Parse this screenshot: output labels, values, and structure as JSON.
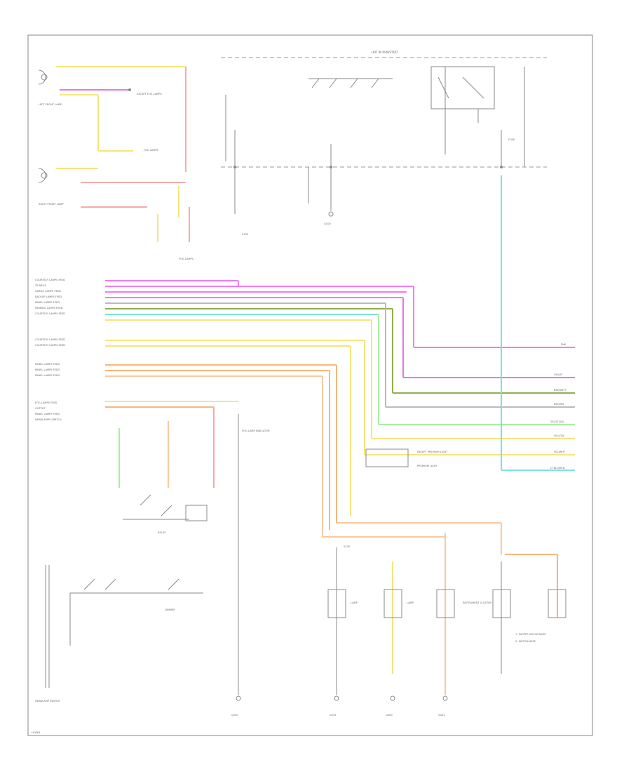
{
  "diagram": {
    "hot_at_all_times_label": "HOT IN RUN/START",
    "footer_code": "HOPE4",
    "notes": [
      "1. EXCEPT MOTOR-MATE",
      "2. MOTOR-MATE"
    ],
    "wire_colors": {
      "yellow": "#f6e57a",
      "pink": "#f9a9a9",
      "magenta": "#f27af2",
      "violet": "#e07ae6",
      "olive": "#8fb04a",
      "lightblue": "#7fe0e0",
      "lightgreen": "#a8f0a0",
      "orange": "#f6b77a",
      "peach": "#f8c9a0",
      "gray": "#bbbbbb"
    },
    "right_labels": [
      "PNK",
      "VIOLET",
      "BRN/WHT",
      "BROWN",
      "YEL/LT BLU",
      "YELLOW",
      "YEL/WHT",
      "LT BLU/RED"
    ],
    "connector_left_labels": [
      "COURTESY LAMPS FEED",
      "TR NEGS",
      "CARGO LAMPS FEED",
      "BACKUP LAMPS FEED",
      "PANEL LAMPS FEED",
      "PARKING LAMPS FEED",
      "COURTESY LAMPS FEED",
      "",
      "COURTESY LAMPS FEED",
      "COURTESY LAMPS FEED",
      "",
      "PANEL LAMPS FEED",
      "PANEL LAMPS FEED",
      "PANEL LAMPS FEED"
    ],
    "lower_left_labels": [
      "FOG LAMPS FEED",
      "OUTPUT",
      "PANEL LAMPS FEED",
      "HEADLAMPS SWITCH"
    ],
    "components": {
      "lf_lamp": "LEFT FRONT LAMP",
      "rf_lamp": "RIGHT FRONT LAMP",
      "hl_switch": "HEADLAMP SWITCH",
      "fog_indicator": "FOG LAMP INDICATOR",
      "cluster": "INSTRUMENT CLUSTER",
      "ground_g1": "G100",
      "ground_g2": "G200",
      "ground_g3": "G201",
      "ground_g4": "G300",
      "ground_g5": "G301",
      "splice_1": "S100",
      "splice_2": "S200",
      "except_fog": "EXCEPT FOG LAMPS",
      "fog_lamps": "FOG LAMPS",
      "except_prem": "EXCEPT PREMIUM LIGHT",
      "premium_light": "PREMIUM LIGHT",
      "relay": "RELAY",
      "fuse": "FUSE",
      "dimmer": "DIMMER",
      "bulb_l": "LAMP",
      "bulb_r": "LAMP"
    }
  }
}
